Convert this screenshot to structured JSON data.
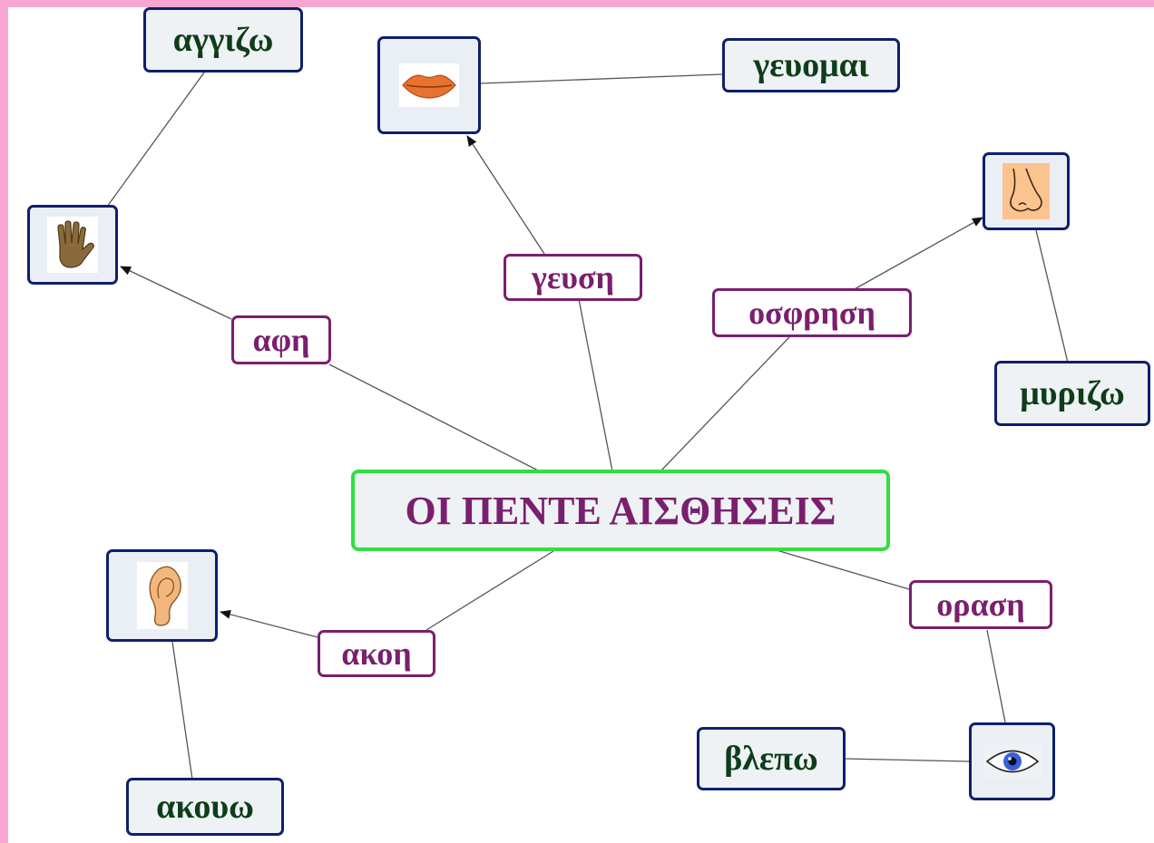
{
  "center": {
    "label": "ΟΙ ΠΕΝΤΕ ΑΙΣΘΗΣΕΙΣ"
  },
  "senses": {
    "touch": "αφη",
    "taste": "γευση",
    "smell": "οσφρηση",
    "hearing": "ακοη",
    "sight": "οραση"
  },
  "verbs": {
    "touch": "αγγιζω",
    "taste": "γευομαι",
    "smell": "μυριζω",
    "hearing": "ακουω",
    "sight": "βλεπω"
  },
  "icons": {
    "touch": "hand-icon",
    "taste": "lips-icon",
    "smell": "nose-icon",
    "hearing": "ear-icon",
    "sight": "eye-icon"
  },
  "colors": {
    "frame": "#f7a6d1",
    "box_border": "#0f1f6e",
    "center_border": "#33dd44",
    "sense_text": "#7a1f6e",
    "verb_text": "#0f3d1a"
  }
}
